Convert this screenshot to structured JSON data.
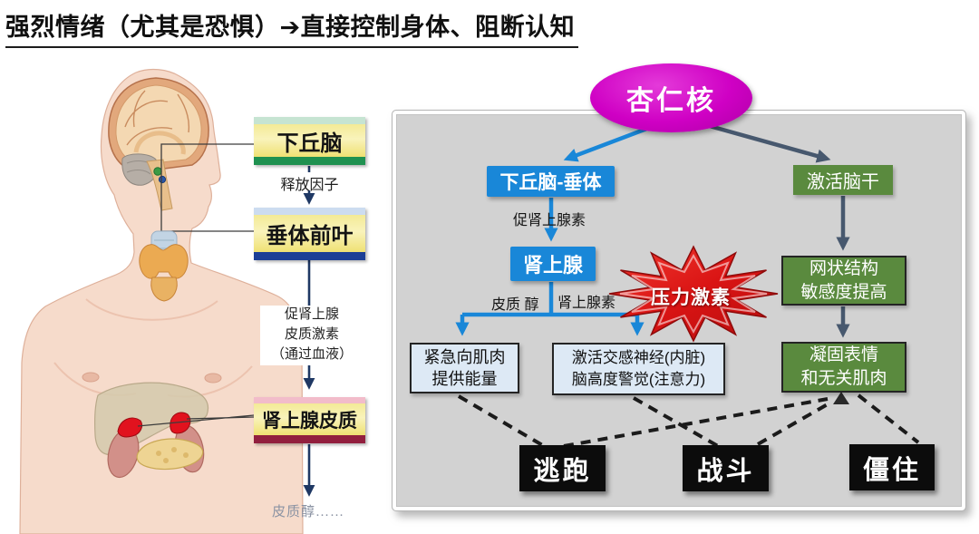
{
  "header": {
    "title": "强烈情绪（尤其是恐惧）➔直接控制身体、阻断认知"
  },
  "anatomy_panel": {
    "hypothalamus": "下丘脑",
    "releasing_factor": "释放因子",
    "anterior_pituitary": "垂体前叶",
    "acth_line1": "促肾上腺",
    "acth_line2": "皮质激素",
    "acth_line3": "（通过血液）",
    "adrenal_cortex": "肾上腺皮质",
    "cortisol_caption": "皮质醇……"
  },
  "flow_panel": {
    "amygdala": "杏仁核",
    "hpa": "下丘脑-垂体",
    "brainstem": "激活脑干",
    "acth_label": "促肾上腺素",
    "adrenal": "肾上腺",
    "cortisol_label": "皮质 醇",
    "adrenaline_label": "肾上腺素",
    "stress_hormone": "压力激素",
    "reticular_line1": "网状结构",
    "reticular_line2": "敏感度提高",
    "muscle_line1": "紧急向肌肉",
    "muscle_line2": "提供能量",
    "sympathetic_line1": "激活交感神经(内脏)",
    "sympathetic_line2": "脑高度警觉(注意力)",
    "freeze_line1": "凝固表情",
    "freeze_line2": "和无关肌肉",
    "outcomes": [
      {
        "label": "逃跑"
      },
      {
        "label": "战斗"
      },
      {
        "label": "僵住"
      }
    ]
  },
  "colors": {
    "accent_blue": "#1987d8",
    "accent_green": "#5a8a3e",
    "dark_arrow": "#47586e",
    "navy_arrow": "#1f3864",
    "magenta": "#cf00c4",
    "burst_red": "#d41616",
    "panel_bg": "#d2d2d2",
    "light_node": "#dde9f5",
    "outcome_black": "#0c0c0c"
  }
}
